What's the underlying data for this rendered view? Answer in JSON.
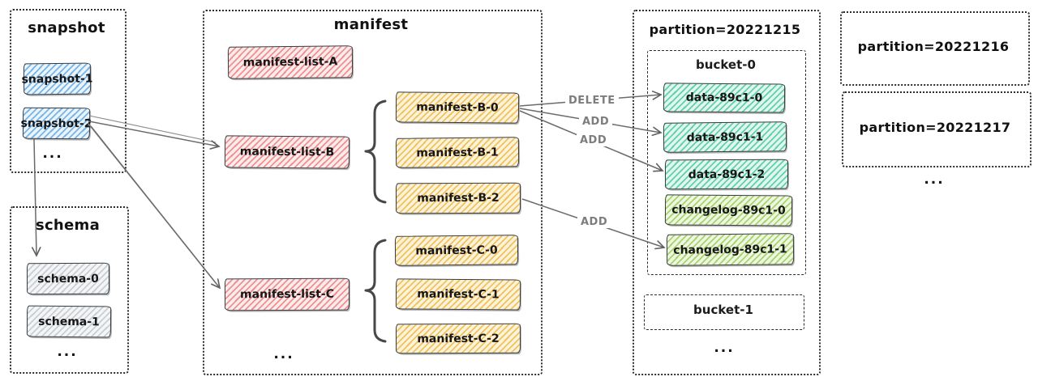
{
  "snapshot_panel": {
    "title": "snapshot",
    "items": [
      "snapshot-1",
      "snapshot-2"
    ],
    "more": "..."
  },
  "schema_panel": {
    "title": "schema",
    "items": [
      "schema-0",
      "schema-1"
    ],
    "more": "..."
  },
  "manifest_panel": {
    "title": "manifest",
    "lists": [
      "manifest-list-A",
      "manifest-list-B",
      "manifest-list-C"
    ],
    "group_b": [
      "manifest-B-0",
      "manifest-B-1",
      "manifest-B-2"
    ],
    "group_c": [
      "manifest-C-0",
      "manifest-C-1",
      "manifest-C-2"
    ],
    "more": "..."
  },
  "partition_panel": {
    "title": "partition=20221215",
    "bucket0": {
      "title": "bucket-0",
      "data_files": [
        "data-89c1-0",
        "data-89c1-1",
        "data-89c1-2"
      ],
      "changelog_files": [
        "changelog-89c1-0",
        "changelog-89c1-1"
      ]
    },
    "bucket1": {
      "title": "bucket-1"
    },
    "more": "..."
  },
  "other_partitions": {
    "items": [
      "partition=20221216",
      "partition=20221217"
    ],
    "more": "..."
  },
  "edges": {
    "delete": "DELETE",
    "add1": "ADD",
    "add2": "ADD",
    "add3": "ADD"
  },
  "colors": {
    "snapshot_fill": "#a5d8ff",
    "schema_fill": "#e9ecef",
    "manifest_list_fill": "#ffc9c9",
    "manifest_file_fill": "#f0c25e",
    "data_file_fill": "#63d6b2",
    "changelog_file_fill": "#a8d371",
    "node_stroke": "#343a40",
    "arrow": "#6b6b6b",
    "edge_label_text": "#7d7d7d"
  }
}
